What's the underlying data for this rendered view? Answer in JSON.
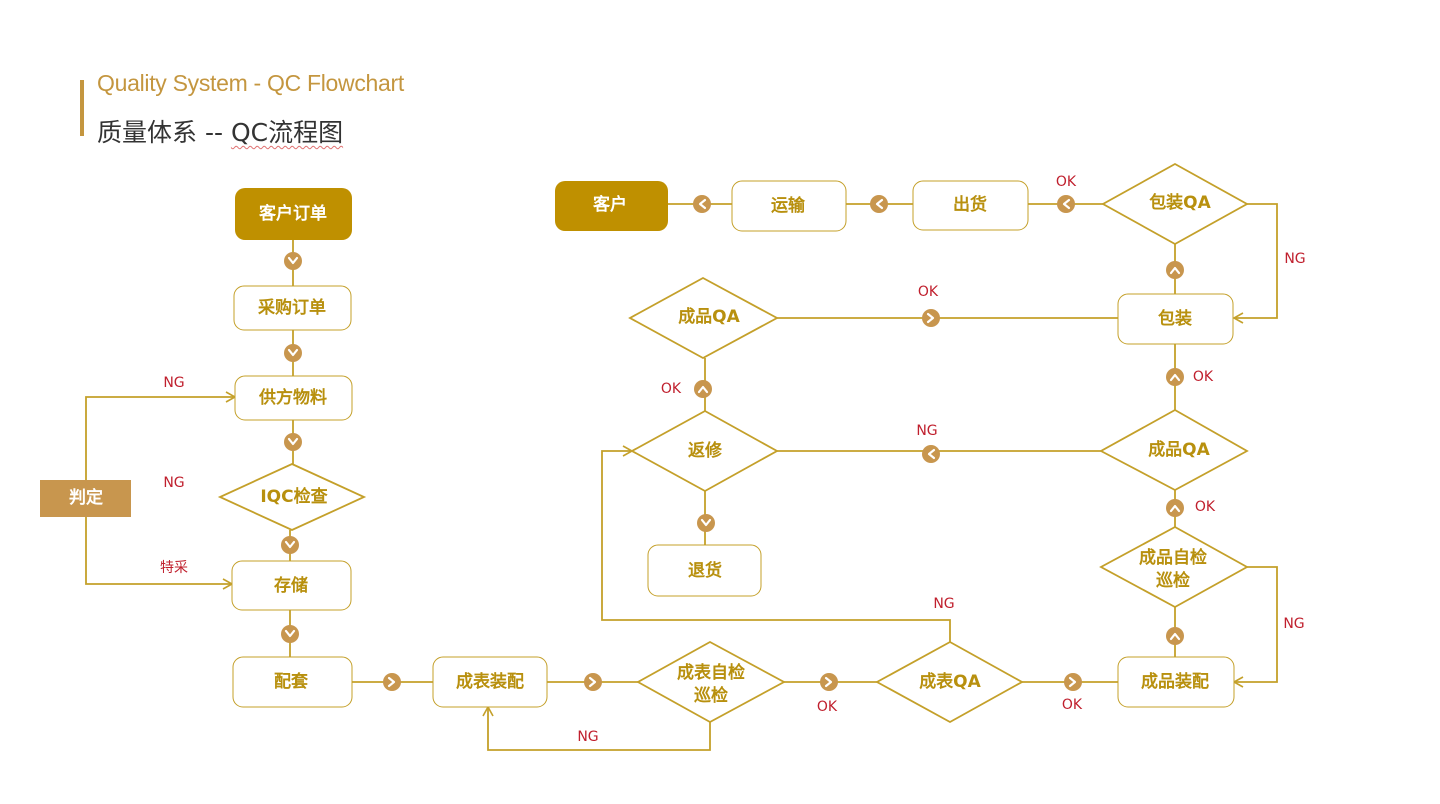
{
  "header": {
    "title_en": "Quality System - QC Flowchart",
    "title_cn_prefix": "质量体系 -- ",
    "title_cn_underlined": "QC流程图"
  },
  "colors": {
    "accent": "#c4963f",
    "gold_dark": "#b8900e",
    "line": "#c4a02a",
    "filled_node": "#bf9000",
    "side_node": "#c8964e",
    "edge_label": "#c0202e",
    "connector": "#c8964e"
  },
  "nodes": {
    "customer_order": "客户订单",
    "purchase_order": "采购订单",
    "supplier_material": "供方物料",
    "iqc_check": "IQC检查",
    "judge": "判定",
    "storage": "存储",
    "kitting": "配套",
    "meter_assembly": "成表装配",
    "meter_self_check": [
      "成表自检",
      "巡检"
    ],
    "meter_qa": "成表QA",
    "product_assembly": "成品装配",
    "product_self_check": [
      "成品自检",
      "巡检"
    ],
    "product_qa_right": "成品QA",
    "rework": "返修",
    "return_goods": "退货",
    "product_qa_left": "成品QA",
    "packaging": "包装",
    "packaging_qa": "包装QA",
    "shipment": "出货",
    "transport": "运输",
    "customer": "客户"
  },
  "edge_labels": {
    "ng_supplier": "NG",
    "ng_iqc": "NG",
    "special_purchase": "特采",
    "ng_meter_check": "NG",
    "ok_meter_check": "OK",
    "ok_meter_qa": "OK",
    "ng_meter_qa": "NG",
    "ng_product_check": "NG",
    "ok_product_check": "OK",
    "ng_product_qa": "NG",
    "ok_product_qa": "OK",
    "ok_rework": "OK",
    "ok_left_qa": "OK",
    "ng_pack_qa": "NG",
    "ok_pack_qa": "OK"
  }
}
